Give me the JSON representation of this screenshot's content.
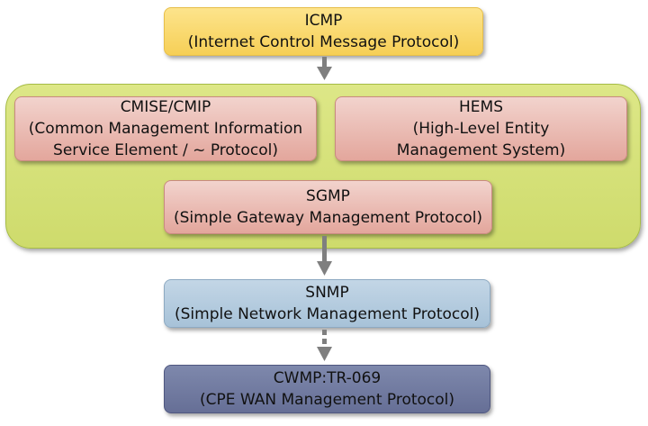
{
  "nodes": {
    "icmp": {
      "line1": "ICMP",
      "line2": "(Internet Control Message Protocol)"
    },
    "cmise": {
      "line1": "CMISE/CMIP",
      "line2": "(Common Management Information",
      "line3": "Service Element / ~ Protocol)"
    },
    "hems": {
      "line1": "HEMS",
      "line2": "(High-Level Entity",
      "line3": "Management System)"
    },
    "sgmp": {
      "line1": "SGMP",
      "line2": "(Simple Gateway Management Protocol)"
    },
    "snmp": {
      "line1": "SNMP",
      "line2": "(Simple Network Management Protocol)"
    },
    "cwmp": {
      "line1": "CWMP:TR-069",
      "line2": "(CPE WAN Management Protocol)"
    }
  },
  "colors": {
    "icmp": "#f6cf56",
    "group": "#d4e07a",
    "pink": "#e8b3aa",
    "snmp": "#b4cbdf",
    "cwmp": "#6f789e",
    "arrow": "#7f7f7f"
  }
}
